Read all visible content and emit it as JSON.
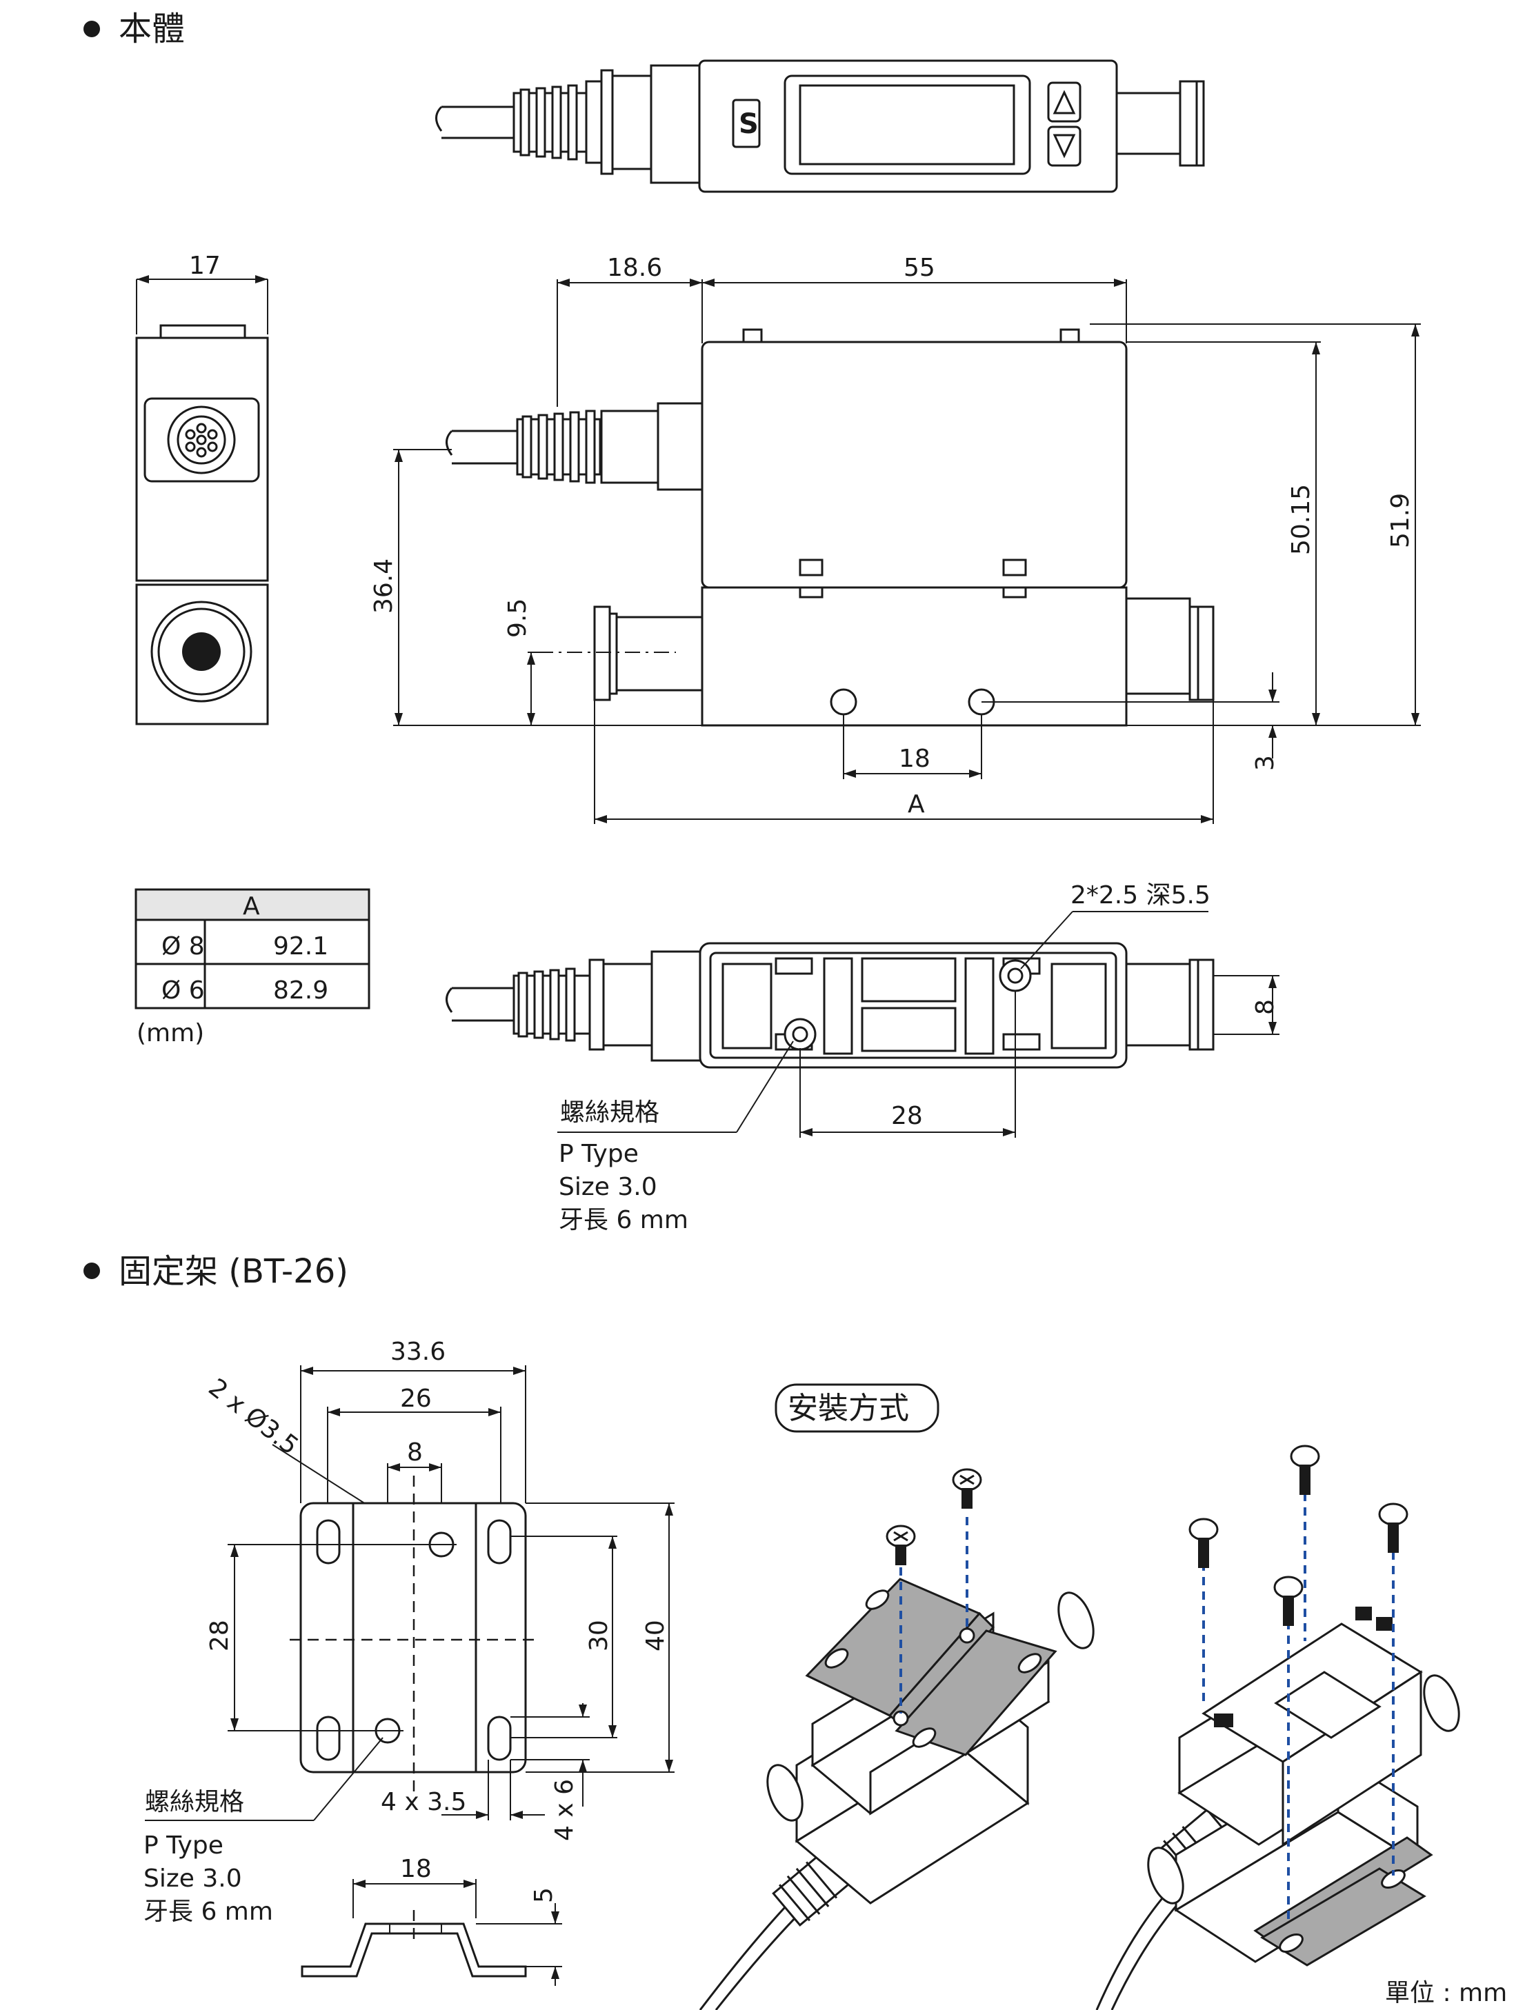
{
  "sections": {
    "body_title": "本體",
    "bracket_title": "固定架 (BT-26)"
  },
  "dims": {
    "d17": "17",
    "d18_6": "18.6",
    "d55": "55",
    "d36_4": "36.4",
    "d9_5": "9.5",
    "d50_15": "50.15",
    "d51_9": "51.9",
    "d18": "18",
    "d3": "3",
    "dA": "A",
    "d8": "8",
    "d28": "28",
    "hole_note": "2*2.5 深5.5"
  },
  "table": {
    "header": "A",
    "rows": [
      {
        "size": "Ø 8",
        "value": "92.1"
      },
      {
        "size": "Ø 6",
        "value": "82.9"
      }
    ],
    "unit": "(mm)"
  },
  "screw_spec": {
    "title": "螺絲規格",
    "line1": "P Type",
    "line2": "Size 3.0",
    "line3": "牙長 6 mm"
  },
  "bracket_dims": {
    "w33_6": "33.6",
    "w26": "26",
    "w8": "8",
    "hole": "2 x Ø3.5",
    "h28": "28",
    "h30": "30",
    "h40": "40",
    "slot_w": "4 x 3.5",
    "slot_h": "4 x 6",
    "w18": "18",
    "h5": "5"
  },
  "install_label": "安裝方式",
  "unit_label": "單位 : mm",
  "logo_letter": "S"
}
